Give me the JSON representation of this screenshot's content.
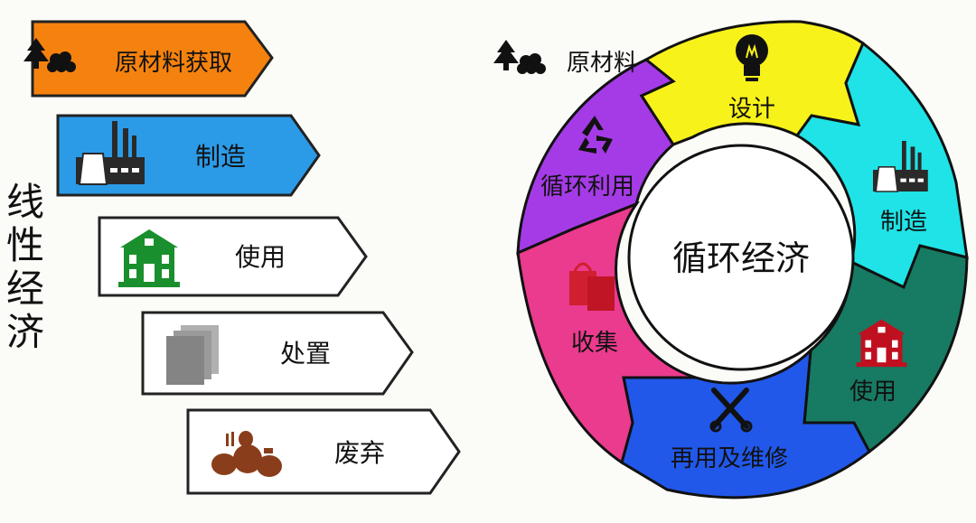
{
  "linear_economy": {
    "title": "线性经济",
    "steps": [
      {
        "label": "原材料获取",
        "icon": "trees-rocks-icon",
        "fill": "#f5820f"
      },
      {
        "label": "制造",
        "icon": "factory-icon",
        "fill": "#2b9be8"
      },
      {
        "label": "使用",
        "icon": "house-icon",
        "fill": "#ffffff"
      },
      {
        "label": "处置",
        "icon": "documents-icon",
        "fill": "#ffffff"
      },
      {
        "label": "废弃",
        "icon": "trash-bags-icon",
        "fill": "#ffffff"
      }
    ]
  },
  "circular_economy": {
    "center_label": "循环经济",
    "input_label": "原材料",
    "input_icon": "trees-rocks-icon",
    "segments": [
      {
        "label": "设计",
        "icon": "lightbulb-icon",
        "color": "#f7f21a"
      },
      {
        "label": "制造",
        "icon": "factory-icon",
        "color": "#1fe3e6"
      },
      {
        "label": "使用",
        "icon": "house-icon",
        "color": "#177a62"
      },
      {
        "label": "再用及维修",
        "icon": "tools-icon",
        "color": "#2158ea"
      },
      {
        "label": "收集",
        "icon": "shopping-bags-icon",
        "color": "#ea3b8e"
      },
      {
        "label": "循环利用",
        "icon": "recycle-icon",
        "color": "#a53be6"
      }
    ]
  }
}
